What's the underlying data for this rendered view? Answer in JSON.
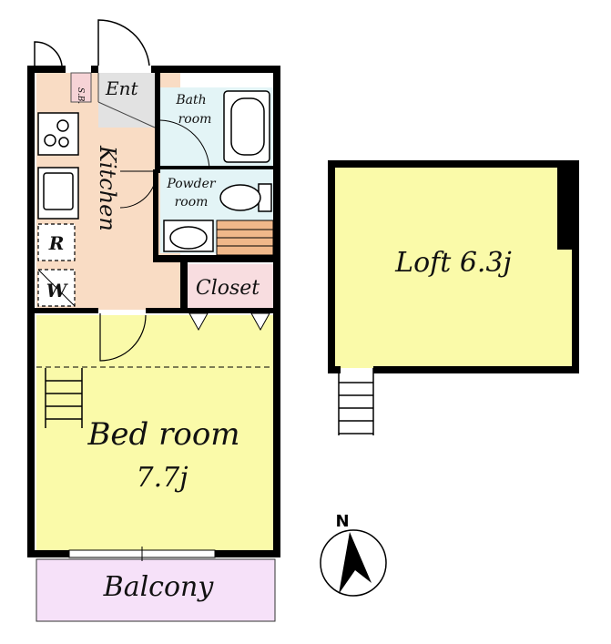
{
  "rooms": {
    "ent": "Ent",
    "sb": "S.B.",
    "bath_line1": "Bath",
    "bath_line2": "room",
    "kitchen": "Kitchen",
    "powder_line1": "Powder",
    "powder_line2": "room",
    "refrigerator": "R",
    "washer": "W",
    "closet": "Closet",
    "bedroom": "Bed room",
    "bedroom_size": "7.7j",
    "loft": "Loft 6.3j",
    "balcony": "Balcony"
  },
  "compass": {
    "north": "N"
  },
  "colors": {
    "wall": "#000000",
    "kitchen_floor": "#f9dcc4",
    "bedroom_floor": "#fafaa9",
    "bath_floor": "#e3f4f6",
    "closet_floor": "#f8dde0",
    "balcony_floor": "#f6e1f9",
    "entrance_floor": "#e2e2e2",
    "sb_floor": "#f6d3d6"
  }
}
